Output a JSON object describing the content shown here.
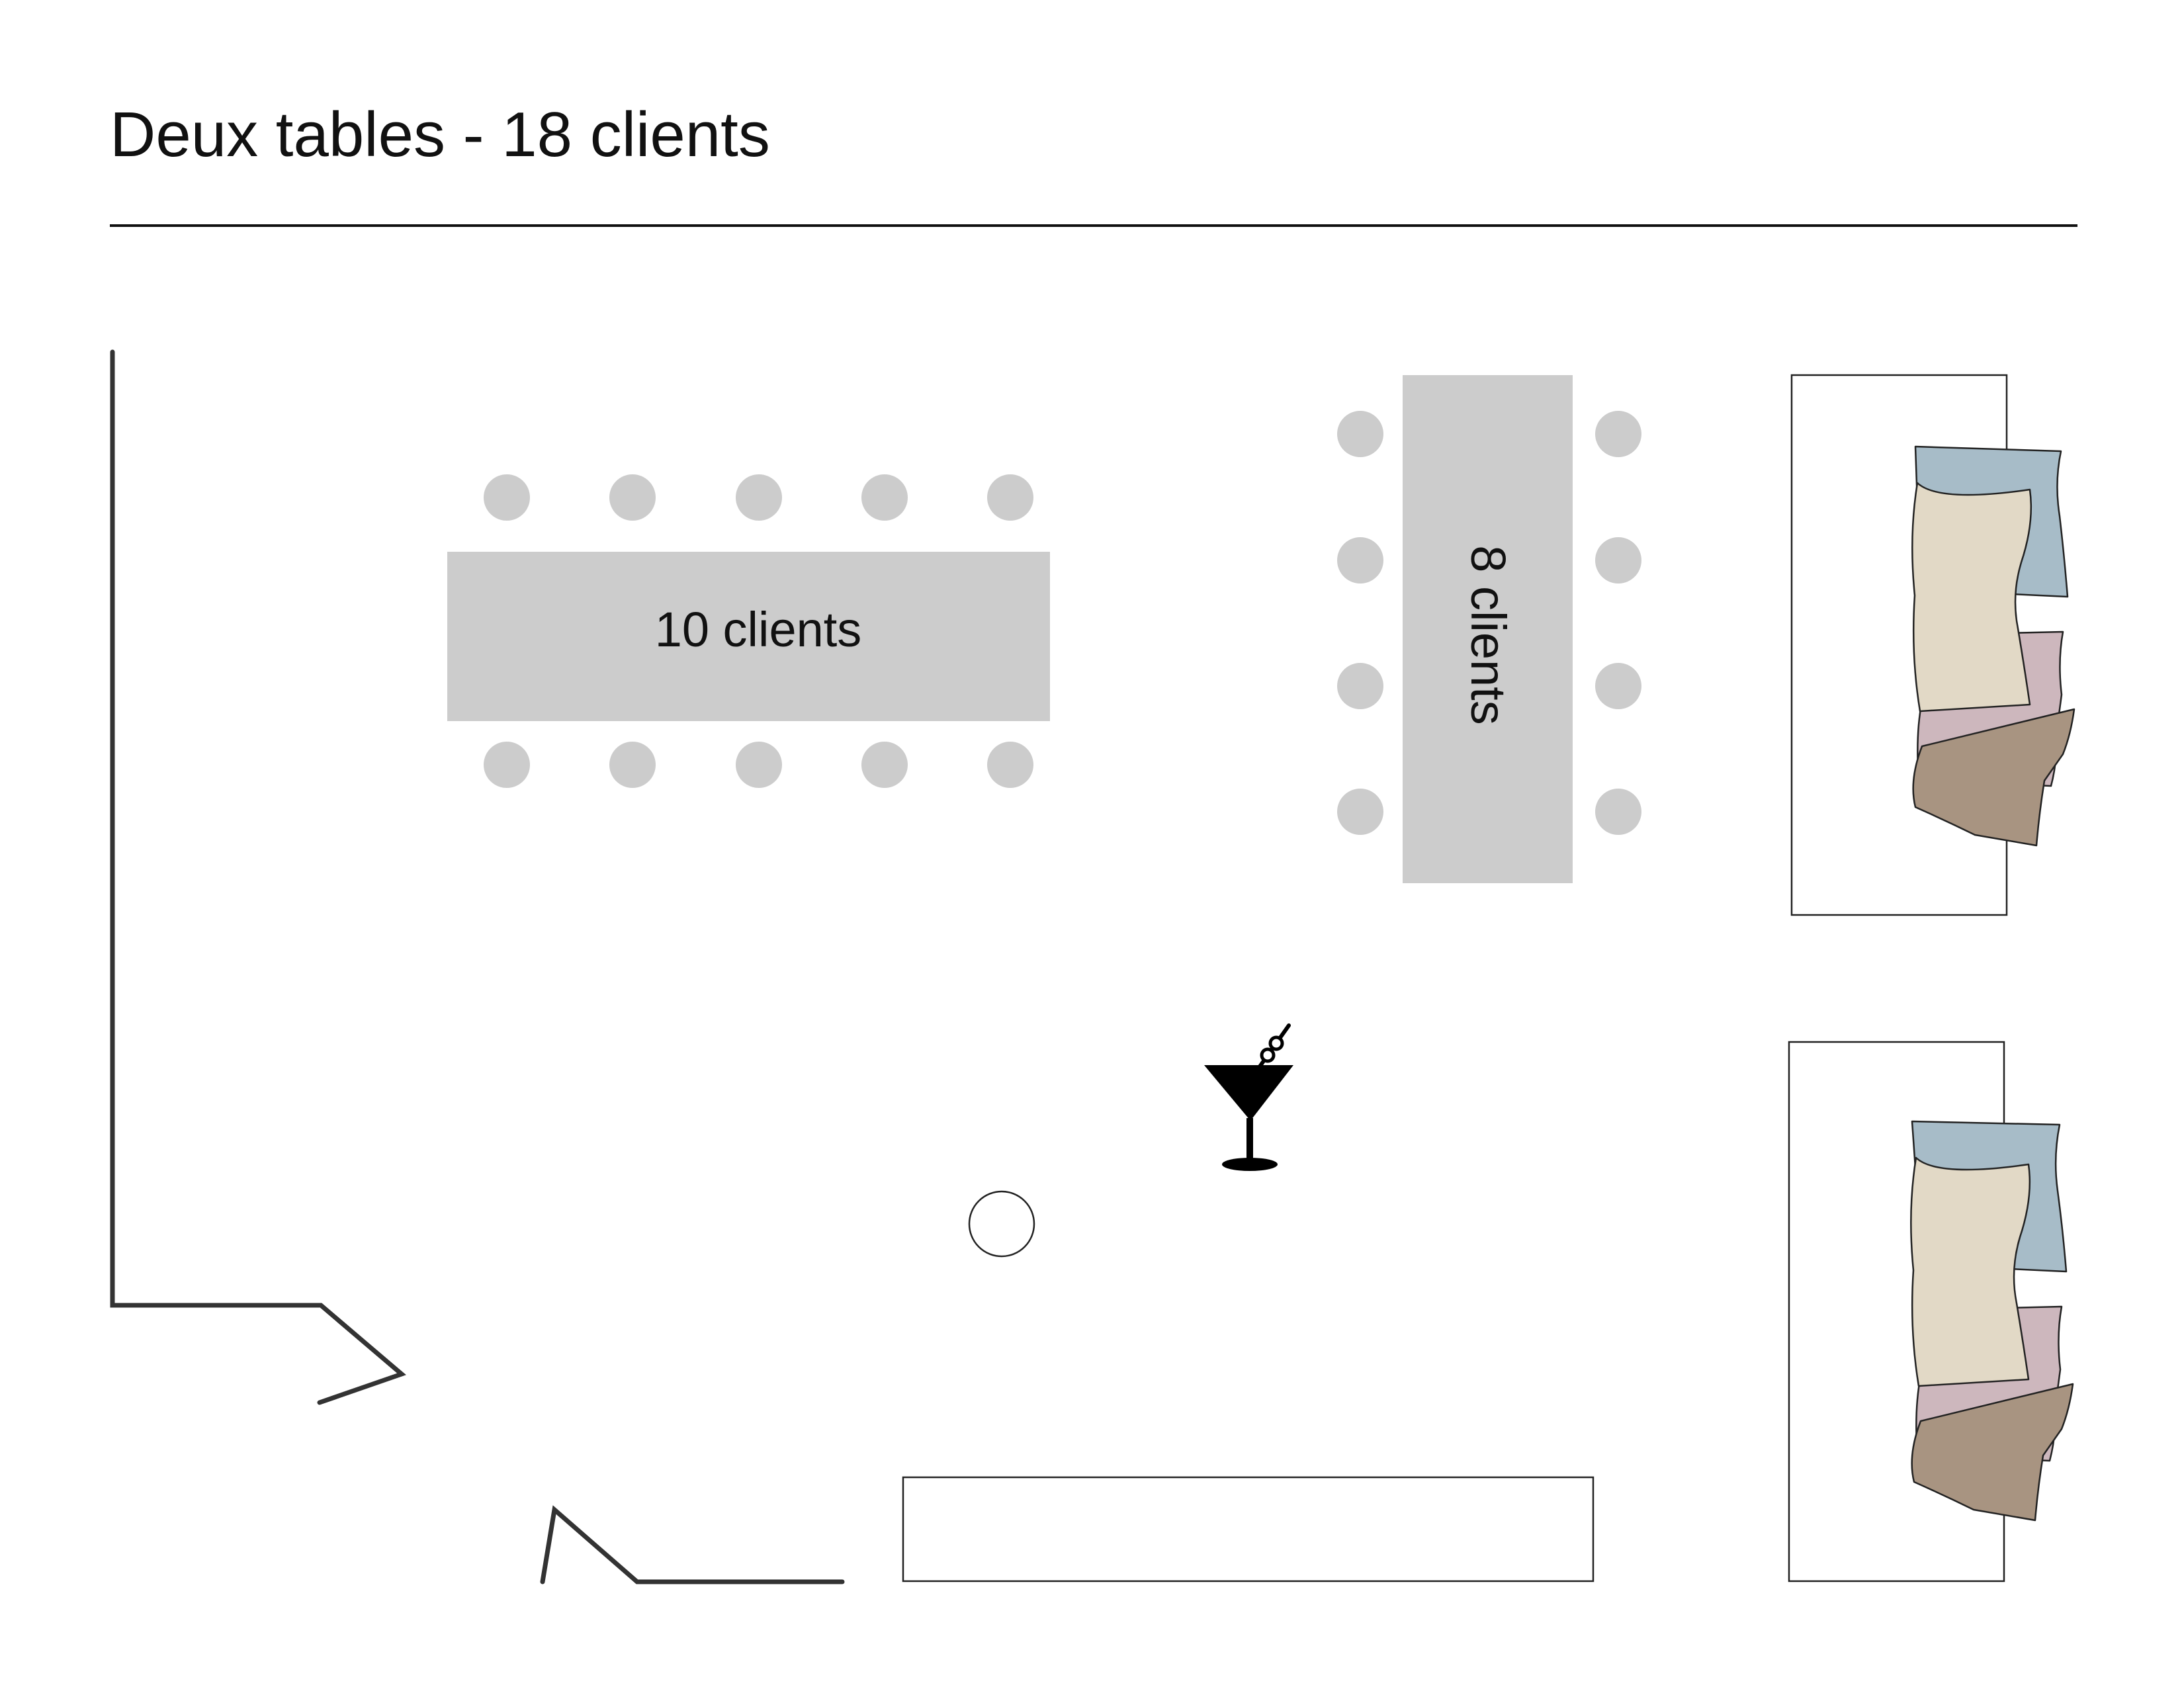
{
  "page": {
    "title": "Deux tables - 18 clients"
  },
  "tables": [
    {
      "id": "table-10",
      "label": "10 clients",
      "seats": 10,
      "orientation": "horizontal"
    },
    {
      "id": "table-8",
      "label": "8 clients",
      "seats": 8,
      "orientation": "vertical"
    }
  ],
  "colors": {
    "table_fill": "#cccccc",
    "seat_fill": "#cccccc",
    "wall_stroke": "#333333",
    "pillow_blue": "#a7bcc8",
    "pillow_cream": "#e2d9c6",
    "pillow_pink": "#cdb7bd",
    "pillow_brown": "#a89481",
    "bar_icon": "#000000"
  },
  "icons": [
    "cocktail-glass-icon"
  ]
}
